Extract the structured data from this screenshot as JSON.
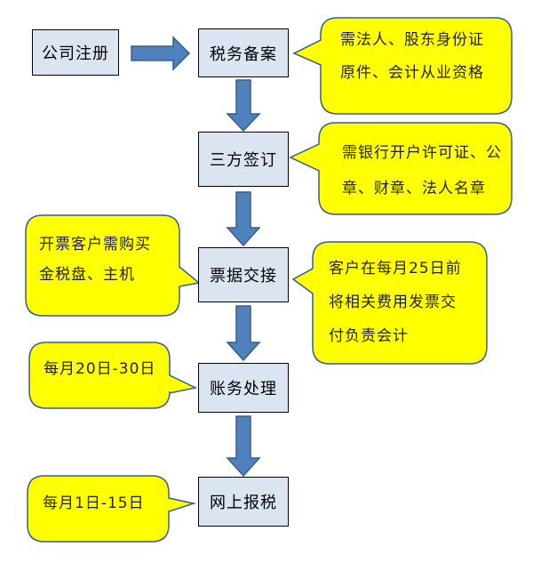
{
  "flow": {
    "steps": [
      {
        "label": "公司注册"
      },
      {
        "label": "税务备案"
      },
      {
        "label": "三方签订"
      },
      {
        "label": "票据交接"
      },
      {
        "label": "账务处理"
      },
      {
        "label": "网上报税"
      }
    ]
  },
  "notes": {
    "tax_filing": {
      "lines": [
        "需法人、股东身份证",
        "原件、会计从业资格"
      ]
    },
    "tripartite": {
      "lines": [
        "需银行开户许可证、公",
        "章、财章、法人名章"
      ]
    },
    "invoice_buy": {
      "lines": [
        "开票客户需购买",
        "金税盘、主机"
      ]
    },
    "invoice_handover": {
      "lines": [
        "客户在每月25日前",
        "将相关费用发票交",
        "付负责会计"
      ]
    },
    "accounting_period": {
      "lines": [
        "每月20日-30日"
      ]
    },
    "online_tax_period": {
      "lines": [
        "每月1日-15日"
      ]
    }
  },
  "colors": {
    "box_fill": "#dbe5f1",
    "callout_fill": "#ffff00",
    "arrow_fill": "#4f81bd",
    "arrow_stroke": "#385d8a"
  }
}
